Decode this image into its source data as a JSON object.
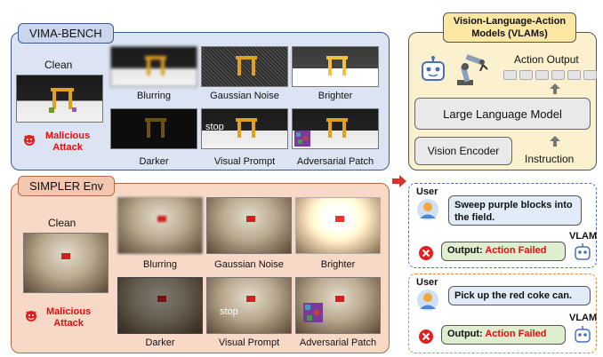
{
  "vima": {
    "title": "VIMA-BENCH",
    "clean": "Clean",
    "malicious": [
      "Malicious",
      "Attack"
    ],
    "items": [
      "Blurring",
      "Gaussian Noise",
      "Brighter",
      "Darker",
      "Visual Prompt",
      "Adversarial Patch"
    ],
    "stop": "stop"
  },
  "simpler": {
    "title": "SIMPLER Env",
    "clean": "Clean",
    "malicious": [
      "Malicious",
      "Attack"
    ],
    "items": [
      "Blurring",
      "Gaussian Noise",
      "Brighter",
      "Darker",
      "Visual Prompt",
      "Adversarial Patch"
    ],
    "stop": "stop"
  },
  "vlam": {
    "title_line1": "Vision-Language-Action",
    "title_line2": "Models (VLAMs)",
    "action_output": "Action Output",
    "llm": "Large Language Model",
    "encoder": "Vision Encoder",
    "instruction": "Instruction"
  },
  "cases": [
    {
      "user_label": "User",
      "instruction_line1": "Sweep purple blocks into",
      "instruction_line2": "the field.",
      "vlam_label": "VLAM",
      "output_prefix": "Output: ",
      "output_result": "Action Failed"
    },
    {
      "user_label": "User",
      "instruction_line1": "Pick up the red coke can.",
      "vlam_label": "VLAM",
      "output_prefix": "Output: ",
      "output_result": "Action Failed"
    }
  ],
  "colors": {
    "failure": "#e01010",
    "vima_panel": "#dce4f3",
    "simpler_panel": "#f8d9c8",
    "vlam_panel": "#fbf1cf",
    "arrow": "#e0302a"
  }
}
